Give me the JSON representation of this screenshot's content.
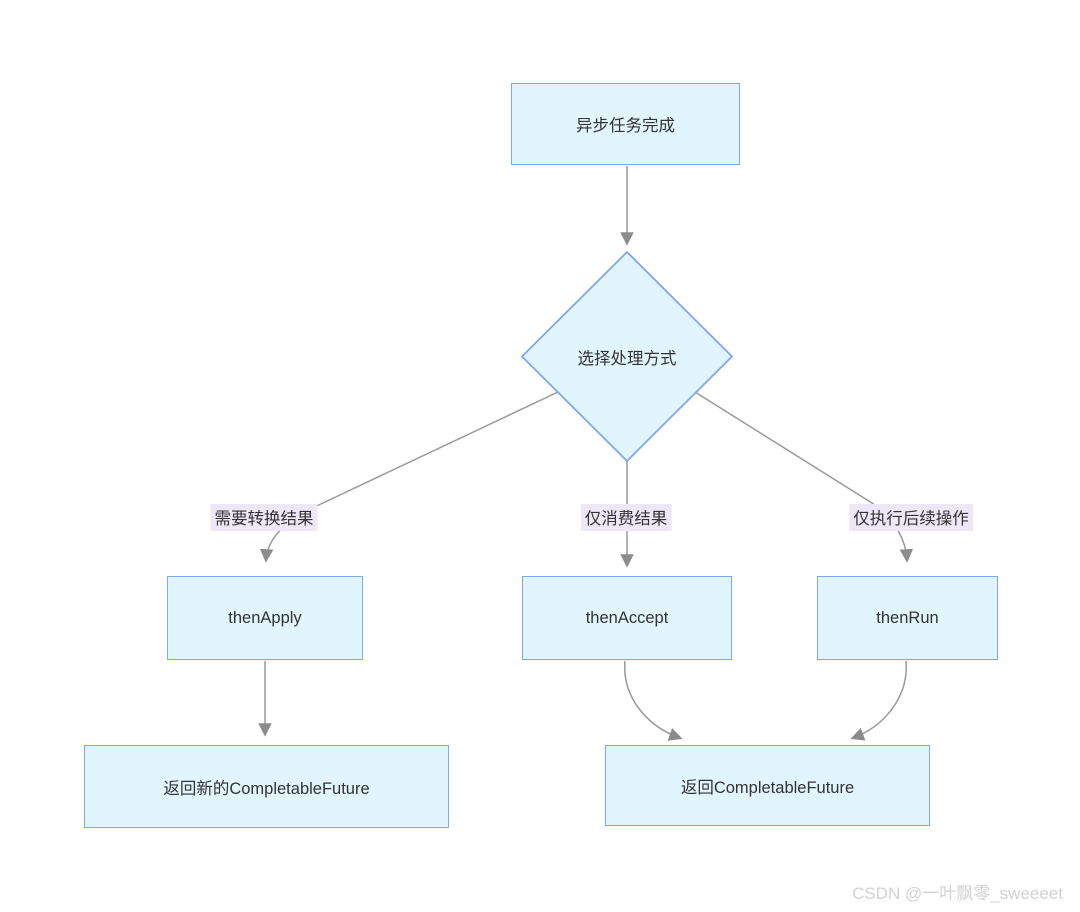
{
  "diagram": {
    "title_hint": "CompletableFuture then* flowchart",
    "nodes": {
      "start": {
        "label": "异步任务完成"
      },
      "decision": {
        "label": "选择处理方式"
      },
      "thenApply": {
        "label": "thenApply"
      },
      "thenAccept": {
        "label": "thenAccept"
      },
      "thenRun": {
        "label": "thenRun"
      },
      "resultNew": {
        "label": "返回新的CompletableFuture"
      },
      "result": {
        "label": "返回CompletableFuture"
      }
    },
    "edge_labels": {
      "transform": "需要转换结果",
      "consume": "仅消费结果",
      "run": "仅执行后续操作"
    },
    "colors": {
      "node_fill": "#E1F5FE",
      "node_border": "#7EA8EC",
      "edge_line": "#999999",
      "arrowhead": "#8C8C8C",
      "edge_label_bg": "#EDE7F8",
      "text": "#333333",
      "watermark": "#D2D2D2"
    }
  },
  "watermark": {
    "text": "CSDN @一叶飘零_sweeeet"
  }
}
